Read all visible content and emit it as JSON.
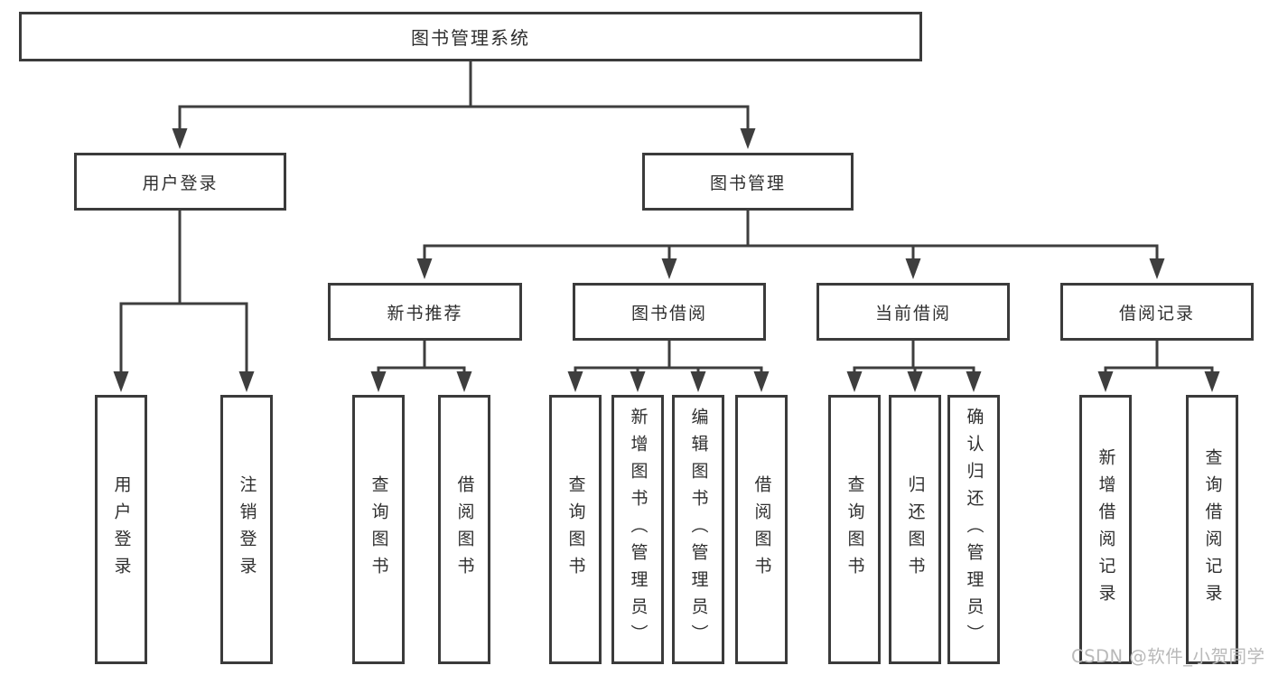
{
  "diagram": {
    "root": "图书管理系统",
    "branches": [
      {
        "label": "用户登录",
        "children": [
          "用户登录",
          "注销登录"
        ]
      },
      {
        "label": "图书管理",
        "children": [
          {
            "label": "新书推荐",
            "children": [
              "查询图书",
              "借阅图书"
            ]
          },
          {
            "label": "图书借阅",
            "children": [
              "查询图书",
              "新增图书（管理员）",
              "编辑图书（管理员）",
              "借阅图书"
            ]
          },
          {
            "label": "当前借阅",
            "children": [
              "查询图书",
              "归还图书",
              "确认归还（管理员）"
            ]
          },
          {
            "label": "借阅记录",
            "children": [
              "新增借阅记录",
              "查询借阅记录"
            ]
          }
        ]
      }
    ]
  },
  "watermark": {
    "text": "CSDN @软件_小贺同学"
  },
  "colors": {
    "line": "#3e3e3e",
    "border": "#3b3b3b",
    "text": "#2f2f2f",
    "background": "#ffffff",
    "watermark": "#b9b9b9"
  }
}
